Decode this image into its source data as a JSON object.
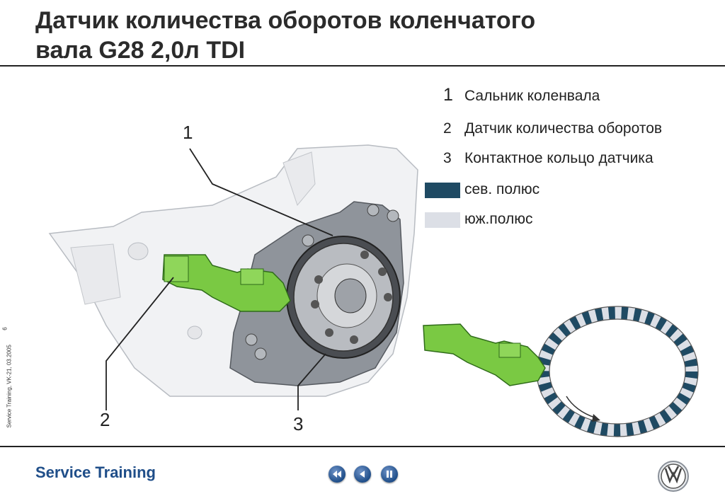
{
  "title": {
    "line1": "Датчик количества оборотов коленчатого",
    "line2": "вала G28 2,0л TDI"
  },
  "sidebar": {
    "text": "Service Training, VK-21, 03.2005",
    "page": "6"
  },
  "legend": {
    "items": [
      {
        "num": "1",
        "label": "Сальник коленвала"
      },
      {
        "num": "2",
        "label": "Датчик количества оборотов"
      },
      {
        "num": "3",
        "label": "Контактное кольцо датчика"
      }
    ],
    "poles": [
      {
        "label": "сев. полюс",
        "color": "#1f4a63"
      },
      {
        "label": "юж.полюс",
        "color": "#dcdfe6"
      }
    ]
  },
  "callouts": {
    "c1": "1",
    "c2": "2",
    "c3": "3"
  },
  "footer": {
    "title": "Service Training"
  },
  "colors": {
    "sensor_green": "#7ac943",
    "brand_blue": "#1f4e89",
    "north_pole": "#1f4a63",
    "south_pole": "#dcdfe6"
  },
  "icons": [
    "rewind-icon",
    "back-icon",
    "pause-icon",
    "vw-logo"
  ]
}
